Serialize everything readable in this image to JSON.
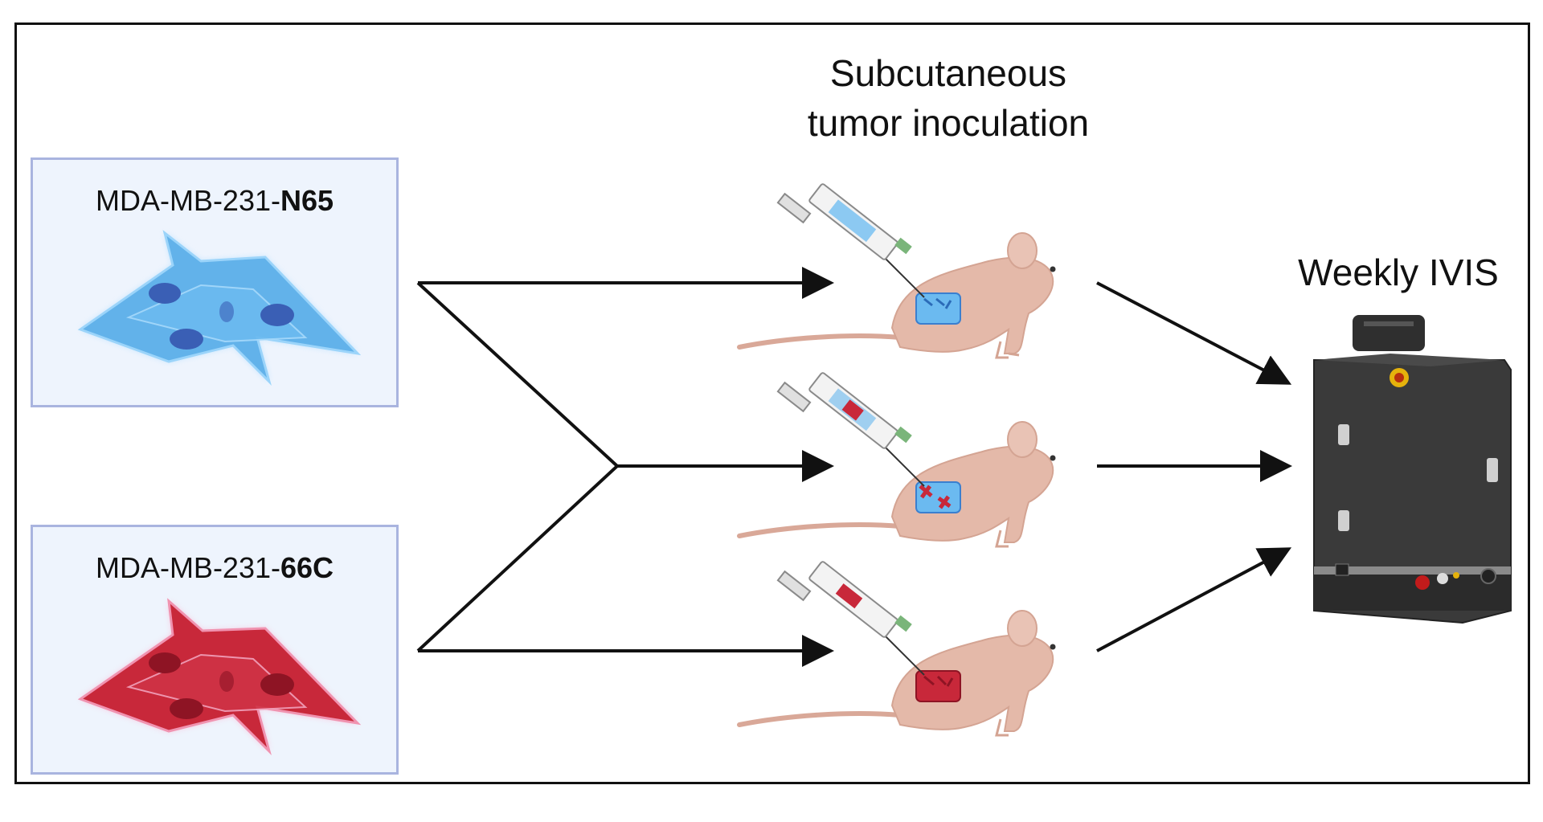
{
  "cell_lines": [
    {
      "prefix": "MDA-MB-231-",
      "suffix": "N65",
      "color": "#5aa8e6"
    },
    {
      "prefix": "MDA-MB-231-",
      "suffix": "66C",
      "color": "#c8283a"
    }
  ],
  "labels": {
    "inoculation_line1": "Subcutaneous",
    "inoculation_line2": "tumor inoculation",
    "imaging": "Weekly IVIS"
  },
  "colors": {
    "mouse": "#e4b9a9",
    "device": "#3b3b3b",
    "arrow": "#111111"
  },
  "icons": [
    "cell-icon",
    "syringe-icon",
    "mouse-icon",
    "ivis-imager-icon",
    "arrow-icon"
  ]
}
